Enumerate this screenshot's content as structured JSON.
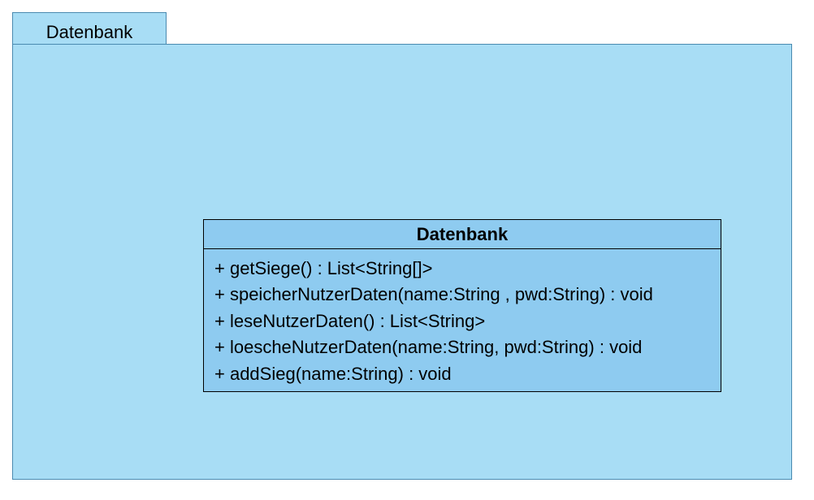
{
  "package": {
    "name": "Datenbank"
  },
  "class": {
    "name": "Datenbank",
    "operations": [
      "+ getSiege() : List<String[]>",
      "+ speicherNutzerDaten(name:String , pwd:String) : void",
      "+ leseNutzerDaten() : List<String>",
      "+ loescheNutzerDaten(name:String, pwd:String) : void",
      "+ addSieg(name:String) : void"
    ]
  },
  "colors": {
    "package_fill": "#a8ddf5",
    "package_border": "#4a8ab0",
    "class_fill": "#8ecbf0",
    "class_border": "#000000"
  }
}
